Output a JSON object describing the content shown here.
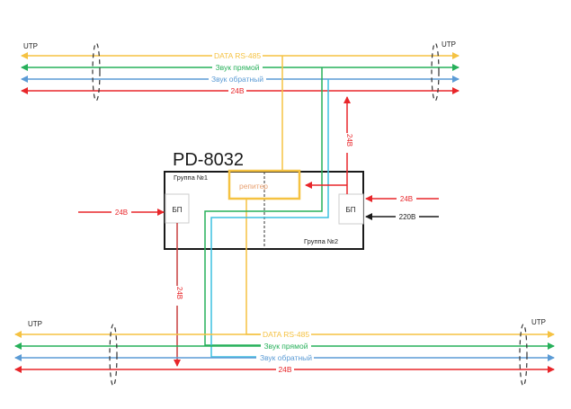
{
  "diagram": {
    "device_title": "PD-8032",
    "group1_label": "Группа №1",
    "group2_label": "Группа №2",
    "repeater_label": "репитер",
    "psu_left_label": "БП",
    "psu_right_label": "БП",
    "utp_label": "UTP",
    "bus_top": {
      "utp_left": "UTP",
      "utp_right": "UTP",
      "lines": [
        {
          "name": "data",
          "label": "DATA RS-485",
          "color": "#f5c242"
        },
        {
          "name": "sound-forward",
          "label": "Звук прямой",
          "color": "#27b05a"
        },
        {
          "name": "sound-return",
          "label": "Звук обратный",
          "color": "#5b9bd5"
        },
        {
          "name": "power-24v",
          "label": "24В",
          "color": "#e8262a"
        }
      ]
    },
    "bus_bottom": {
      "utp_left": "UTP",
      "utp_right": "UTP",
      "lines": [
        {
          "name": "data",
          "label": "DATA RS-485",
          "color": "#f5c242"
        },
        {
          "name": "sound-forward",
          "label": "Звук прямой",
          "color": "#27b05a"
        },
        {
          "name": "sound-return",
          "label": "Звук обратный",
          "color": "#5b9bd5"
        },
        {
          "name": "power-24v",
          "label": "24В",
          "color": "#e8262a"
        }
      ]
    },
    "input_left_label": "24В",
    "input_right_24_label": "24В",
    "input_right_220_label": "220В",
    "vertical_up_label": "24В",
    "vertical_down_label": "24В",
    "colors": {
      "data": "#f5c242",
      "sound_forward": "#27b05a",
      "sound_return": "#5b9bd5",
      "sound_return_inner": "#3cc0e0",
      "power": "#e8262a",
      "power_dark": "#c84040",
      "repeater_text": "#e8a070",
      "black": "#1a1a1a"
    }
  }
}
